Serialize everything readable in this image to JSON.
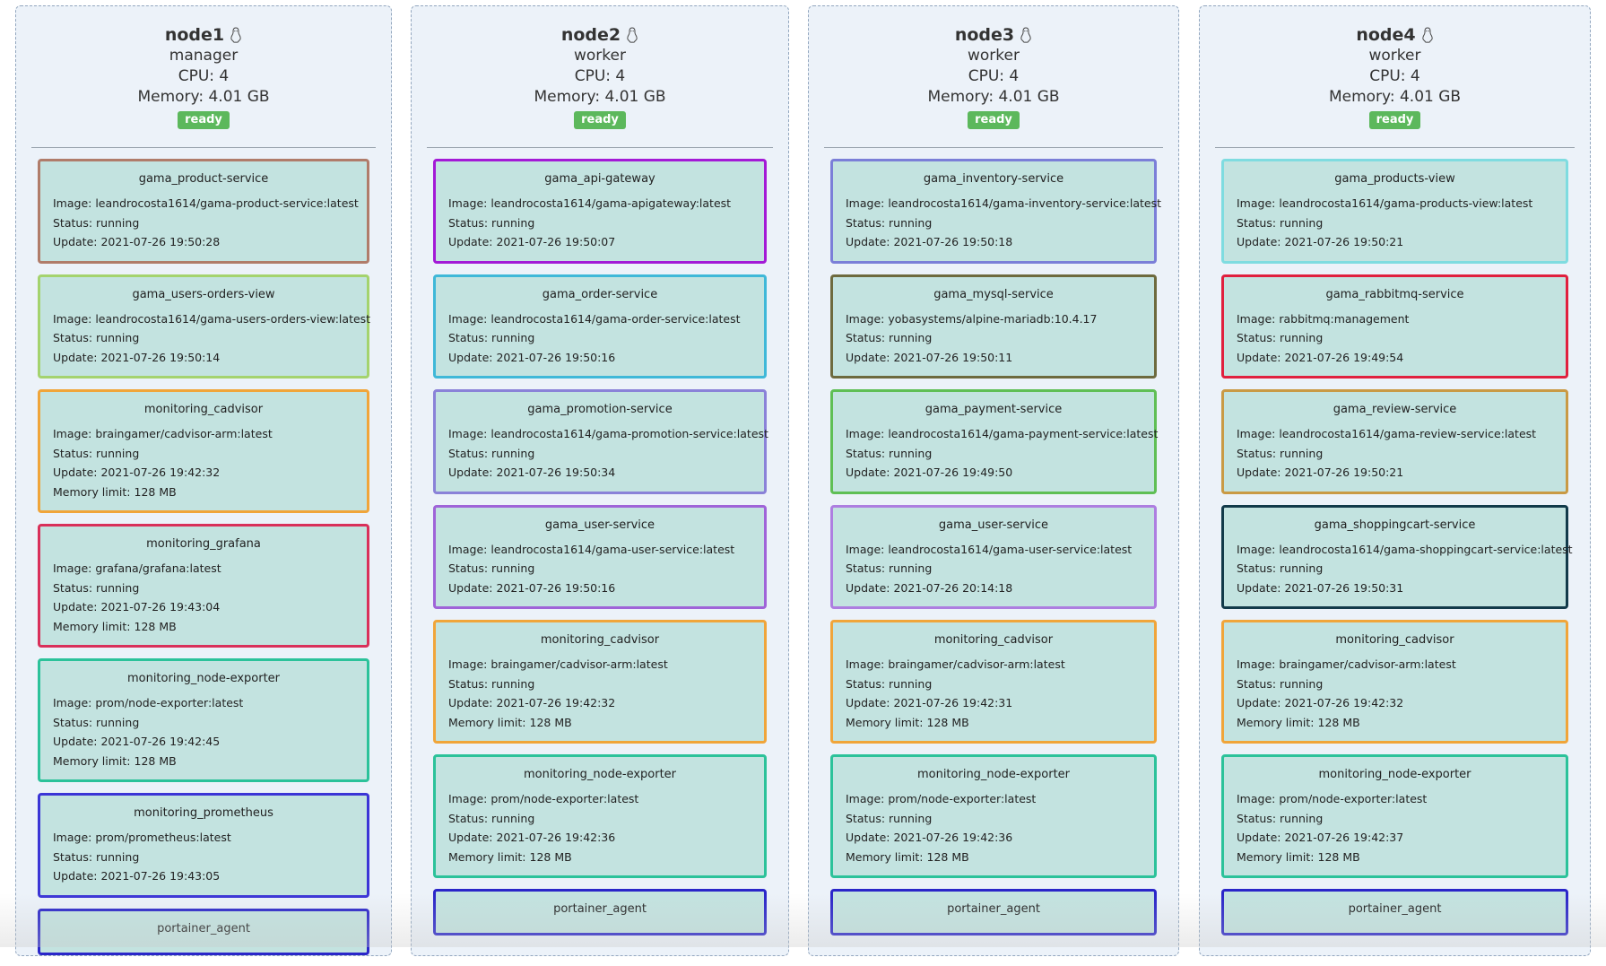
{
  "nodes": [
    {
      "name": "node1",
      "role": "manager",
      "cpu": "CPU: 4",
      "memory": "Memory: 4.01 GB",
      "status": "ready",
      "tasks": [
        {
          "name": "gama_product-service",
          "image": "Image: leandrocosta1614/gama-product-service:latest",
          "status": "Status: running",
          "update": "Update: 2021-07-26 19:50:28",
          "memory": "",
          "color": "#b07c6a"
        },
        {
          "name": "gama_users-orders-view",
          "image": "Image: leandrocosta1614/gama-users-orders-view:latest",
          "status": "Status: running",
          "update": "Update: 2021-07-26 19:50:14",
          "memory": "",
          "color": "#a4d36e"
        },
        {
          "name": "monitoring_cadvisor",
          "image": "Image: braingamer/cadvisor-arm:latest",
          "status": "Status: running",
          "update": "Update: 2021-07-26 19:42:32",
          "memory": "Memory limit: 128 MB",
          "color": "#f0a53a"
        },
        {
          "name": "monitoring_grafana",
          "image": "Image: grafana/grafana:latest",
          "status": "Status: running",
          "update": "Update: 2021-07-26 19:43:04",
          "memory": "Memory limit: 128 MB",
          "color": "#d9305a"
        },
        {
          "name": "monitoring_node-exporter",
          "image": "Image: prom/node-exporter:latest",
          "status": "Status: running",
          "update": "Update: 2021-07-26 19:42:45",
          "memory": "Memory limit: 128 MB",
          "color": "#2cc29a"
        },
        {
          "name": "monitoring_prometheus",
          "image": "Image: prom/prometheus:latest",
          "status": "Status: running",
          "update": "Update: 2021-07-26 19:43:05",
          "memory": "",
          "color": "#3b35d6"
        },
        {
          "name": "portainer_agent",
          "image": "",
          "status": "",
          "update": "",
          "memory": "",
          "color": "#2a26c9"
        }
      ]
    },
    {
      "name": "node2",
      "role": "worker",
      "cpu": "CPU: 4",
      "memory": "Memory: 4.01 GB",
      "status": "ready",
      "tasks": [
        {
          "name": "gama_api-gateway",
          "image": "Image: leandrocosta1614/gama-apigateway:latest",
          "status": "Status: running",
          "update": "Update: 2021-07-26 19:50:07",
          "memory": "",
          "color": "#a31ad6"
        },
        {
          "name": "gama_order-service",
          "image": "Image: leandrocosta1614/gama-order-service:latest",
          "status": "Status: running",
          "update": "Update: 2021-07-26 19:50:16",
          "memory": "",
          "color": "#3fb8d8"
        },
        {
          "name": "gama_promotion-service",
          "image": "Image: leandrocosta1614/gama-promotion-service:latest",
          "status": "Status: running",
          "update": "Update: 2021-07-26 19:50:34",
          "memory": "",
          "color": "#8a82d8"
        },
        {
          "name": "gama_user-service",
          "image": "Image: leandrocosta1614/gama-user-service:latest",
          "status": "Status: running",
          "update": "Update: 2021-07-26 19:50:16",
          "memory": "",
          "color": "#9f64d8"
        },
        {
          "name": "monitoring_cadvisor",
          "image": "Image: braingamer/cadvisor-arm:latest",
          "status": "Status: running",
          "update": "Update: 2021-07-26 19:42:32",
          "memory": "Memory limit: 128 MB",
          "color": "#f0a53a"
        },
        {
          "name": "monitoring_node-exporter",
          "image": "Image: prom/node-exporter:latest",
          "status": "Status: running",
          "update": "Update: 2021-07-26 19:42:36",
          "memory": "Memory limit: 128 MB",
          "color": "#2cc29a"
        },
        {
          "name": "portainer_agent",
          "image": "",
          "status": "",
          "update": "",
          "memory": "",
          "color": "#2a26c9"
        }
      ]
    },
    {
      "name": "node3",
      "role": "worker",
      "cpu": "CPU: 4",
      "memory": "Memory: 4.01 GB",
      "status": "ready",
      "tasks": [
        {
          "name": "gama_inventory-service",
          "image": "Image: leandrocosta1614/gama-inventory-service:latest",
          "status": "Status: running",
          "update": "Update: 2021-07-26 19:50:18",
          "memory": "",
          "color": "#7b7fd8"
        },
        {
          "name": "gama_mysql-service",
          "image": "Image: yobasystems/alpine-mariadb:10.4.17",
          "status": "Status: running",
          "update": "Update: 2021-07-26 19:50:11",
          "memory": "",
          "color": "#6d6a3e"
        },
        {
          "name": "gama_payment-service",
          "image": "Image: leandrocosta1614/gama-payment-service:latest",
          "status": "Status: running",
          "update": "Update: 2021-07-26 19:49:50",
          "memory": "",
          "color": "#5fbf55"
        },
        {
          "name": "gama_user-service",
          "image": "Image: leandrocosta1614/gama-user-service:latest",
          "status": "Status: running",
          "update": "Update: 2021-07-26 20:14:18",
          "memory": "",
          "color": "#ad7ee0"
        },
        {
          "name": "monitoring_cadvisor",
          "image": "Image: braingamer/cadvisor-arm:latest",
          "status": "Status: running",
          "update": "Update: 2021-07-26 19:42:31",
          "memory": "Memory limit: 128 MB",
          "color": "#f0a53a"
        },
        {
          "name": "monitoring_node-exporter",
          "image": "Image: prom/node-exporter:latest",
          "status": "Status: running",
          "update": "Update: 2021-07-26 19:42:36",
          "memory": "Memory limit: 128 MB",
          "color": "#2cc29a"
        },
        {
          "name": "portainer_agent",
          "image": "",
          "status": "",
          "update": "",
          "memory": "",
          "color": "#2a26c9"
        }
      ]
    },
    {
      "name": "node4",
      "role": "worker",
      "cpu": "CPU: 4",
      "memory": "Memory: 4.01 GB",
      "status": "ready",
      "tasks": [
        {
          "name": "gama_products-view",
          "image": "Image: leandrocosta1614/gama-products-view:latest",
          "status": "Status: running",
          "update": "Update: 2021-07-26 19:50:21",
          "memory": "",
          "color": "#7fdce0"
        },
        {
          "name": "gama_rabbitmq-service",
          "image": "Image: rabbitmq:management",
          "status": "Status: running",
          "update": "Update: 2021-07-26 19:49:54",
          "memory": "",
          "color": "#e0203e"
        },
        {
          "name": "gama_review-service",
          "image": "Image: leandrocosta1614/gama-review-service:latest",
          "status": "Status: running",
          "update": "Update: 2021-07-26 19:50:21",
          "memory": "",
          "color": "#c99a45"
        },
        {
          "name": "gama_shoppingcart-service",
          "image": "Image: leandrocosta1614/gama-shoppingcart-service:latest",
          "status": "Status: running",
          "update": "Update: 2021-07-26 19:50:31",
          "memory": "",
          "color": "#123a4a"
        },
        {
          "name": "monitoring_cadvisor",
          "image": "Image: braingamer/cadvisor-arm:latest",
          "status": "Status: running",
          "update": "Update: 2021-07-26 19:42:32",
          "memory": "Memory limit: 128 MB",
          "color": "#f0a53a"
        },
        {
          "name": "monitoring_node-exporter",
          "image": "Image: prom/node-exporter:latest",
          "status": "Status: running",
          "update": "Update: 2021-07-26 19:42:37",
          "memory": "Memory limit: 128 MB",
          "color": "#2cc29a"
        },
        {
          "name": "portainer_agent",
          "image": "",
          "status": "",
          "update": "",
          "memory": "",
          "color": "#2a26c9"
        }
      ]
    }
  ]
}
